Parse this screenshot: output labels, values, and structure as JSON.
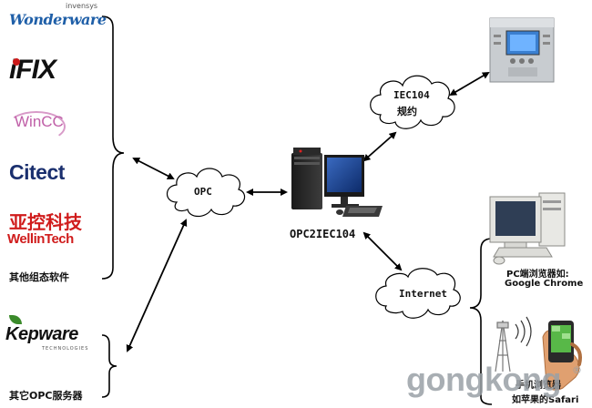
{
  "logos": {
    "wonderware_top": "invensys",
    "wonderware": "Wonderware",
    "ifix": "iFIX",
    "wincc": "WinCC",
    "citect": "Citect",
    "wellintech_cn": "亚控科技",
    "wellintech": "WellinTech",
    "kepware": "Kepware",
    "kepware_sub": "TECHNOLOGIES"
  },
  "labels": {
    "other_scada": "其他组态软件",
    "other_opc": "其它OPC服务器",
    "opc_cloud": "OPC",
    "iec_cloud_line1": "IEC104",
    "iec_cloud_line2": "规约",
    "internet_cloud": "Internet",
    "center": "OPC2IEC104",
    "pc_line1": "PC端浏览器如:",
    "pc_line2": "Google Chrome",
    "mobile_line1": "手机浏览器",
    "mobile_line2": "如苹果的Safari",
    "watermark": "gongkong",
    "watermark_reg": "®"
  },
  "colors": {
    "wonderware": "#1f5fa8",
    "ifix_red": "#cc1a1a",
    "wincc": "#c060a8",
    "citect": "#1a2f6e",
    "wellintech_red": "#d01c1c",
    "kepware_green": "#3a8a2a",
    "watermark": "#9aa0a6"
  },
  "icons": {
    "center": "desktop-tower-computer-icon",
    "iec_device": "protection-relay-device-icon",
    "pc": "crt-desktop-computer-icon",
    "tower": "cell-tower-icon",
    "phone": "smartphone-in-hand-icon"
  }
}
